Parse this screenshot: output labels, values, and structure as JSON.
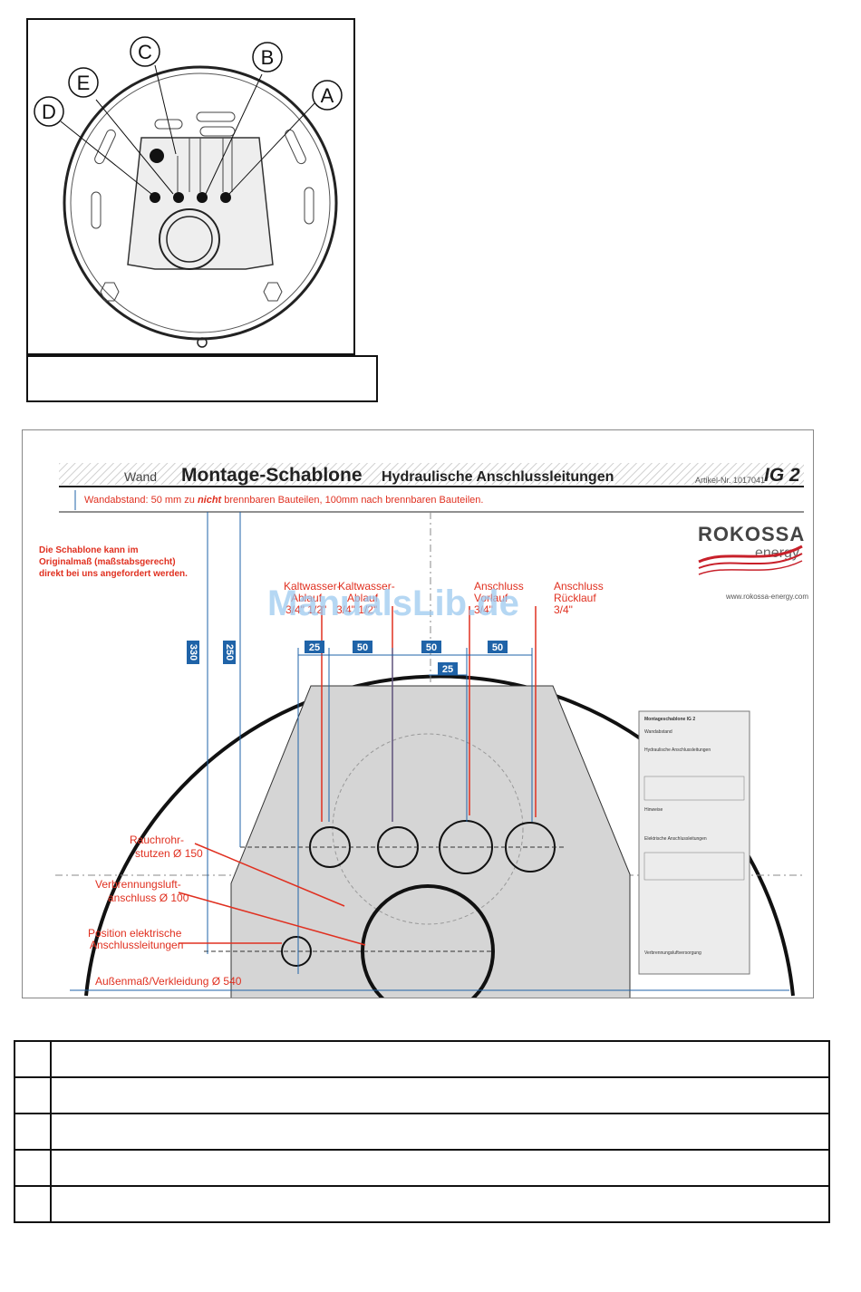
{
  "top_figure": {
    "callouts": [
      "A",
      "B",
      "C",
      "D",
      "E"
    ],
    "caption": ""
  },
  "template": {
    "wand": "Wand",
    "title": "Montage-Schablone",
    "subtitle": "Hydraulische Anschlussleitungen",
    "article": "Artikel-Nr. 1017041",
    "model": "IG 2",
    "wall_note_prefix": "Wandabstand: 50 mm zu ",
    "wall_note_emph": "nicht",
    "wall_note_suffix": " brennbaren Bauteilen, 100mm nach brennbaren Bauteilen.",
    "order_note": [
      "Die Schablone kann im",
      "Originalmaß (maßstabsgerecht)",
      "direkt bei uns angefordert werden."
    ],
    "brand": "ROKOSSA",
    "brand_sub": "energy",
    "url": "www.rokossa-energy.com",
    "watermark": "ManualsLib.de",
    "connections": [
      {
        "line1": "Kaltwasser-",
        "line2": "Ablauf",
        "line3": "3/4\" 1/2\""
      },
      {
        "line1": "Kaltwasser-",
        "line2": "Ablauf",
        "line3": "3/4\" 1/2\""
      },
      {
        "line1": "Anschluss",
        "line2": "Vorlauf",
        "line3": "3/4\""
      },
      {
        "line1": "Anschluss",
        "line2": "Rücklauf",
        "line3": "3/4\""
      }
    ],
    "dims_h": [
      "25",
      "50",
      "50",
      "50",
      "25"
    ],
    "dims_v": [
      "330",
      "250"
    ],
    "labels": {
      "flue": [
        "Rauchrohr-",
        "stutzen Ø 150"
      ],
      "air": [
        "Verbrennungsluft-",
        "anschluss Ø 100"
      ],
      "elec": [
        "Position elektrische",
        "Anschlussleitungen"
      ],
      "outer": "Außenmaß/Verkleidung Ø 540"
    },
    "info_box": {
      "title": "Montageschablone IG 2",
      "rows": [
        "Wandabstand",
        "Hydraulische Anschlussleitungen",
        "Hinweise",
        "Elektrische Anschlussleitungen",
        "Verbrennungsluftversorgung"
      ]
    }
  },
  "legend_table": {
    "rows": [
      {
        "key": "",
        "value": ""
      },
      {
        "key": "",
        "value": ""
      },
      {
        "key": "",
        "value": ""
      },
      {
        "key": "",
        "value": ""
      },
      {
        "key": "",
        "value": ""
      }
    ]
  }
}
